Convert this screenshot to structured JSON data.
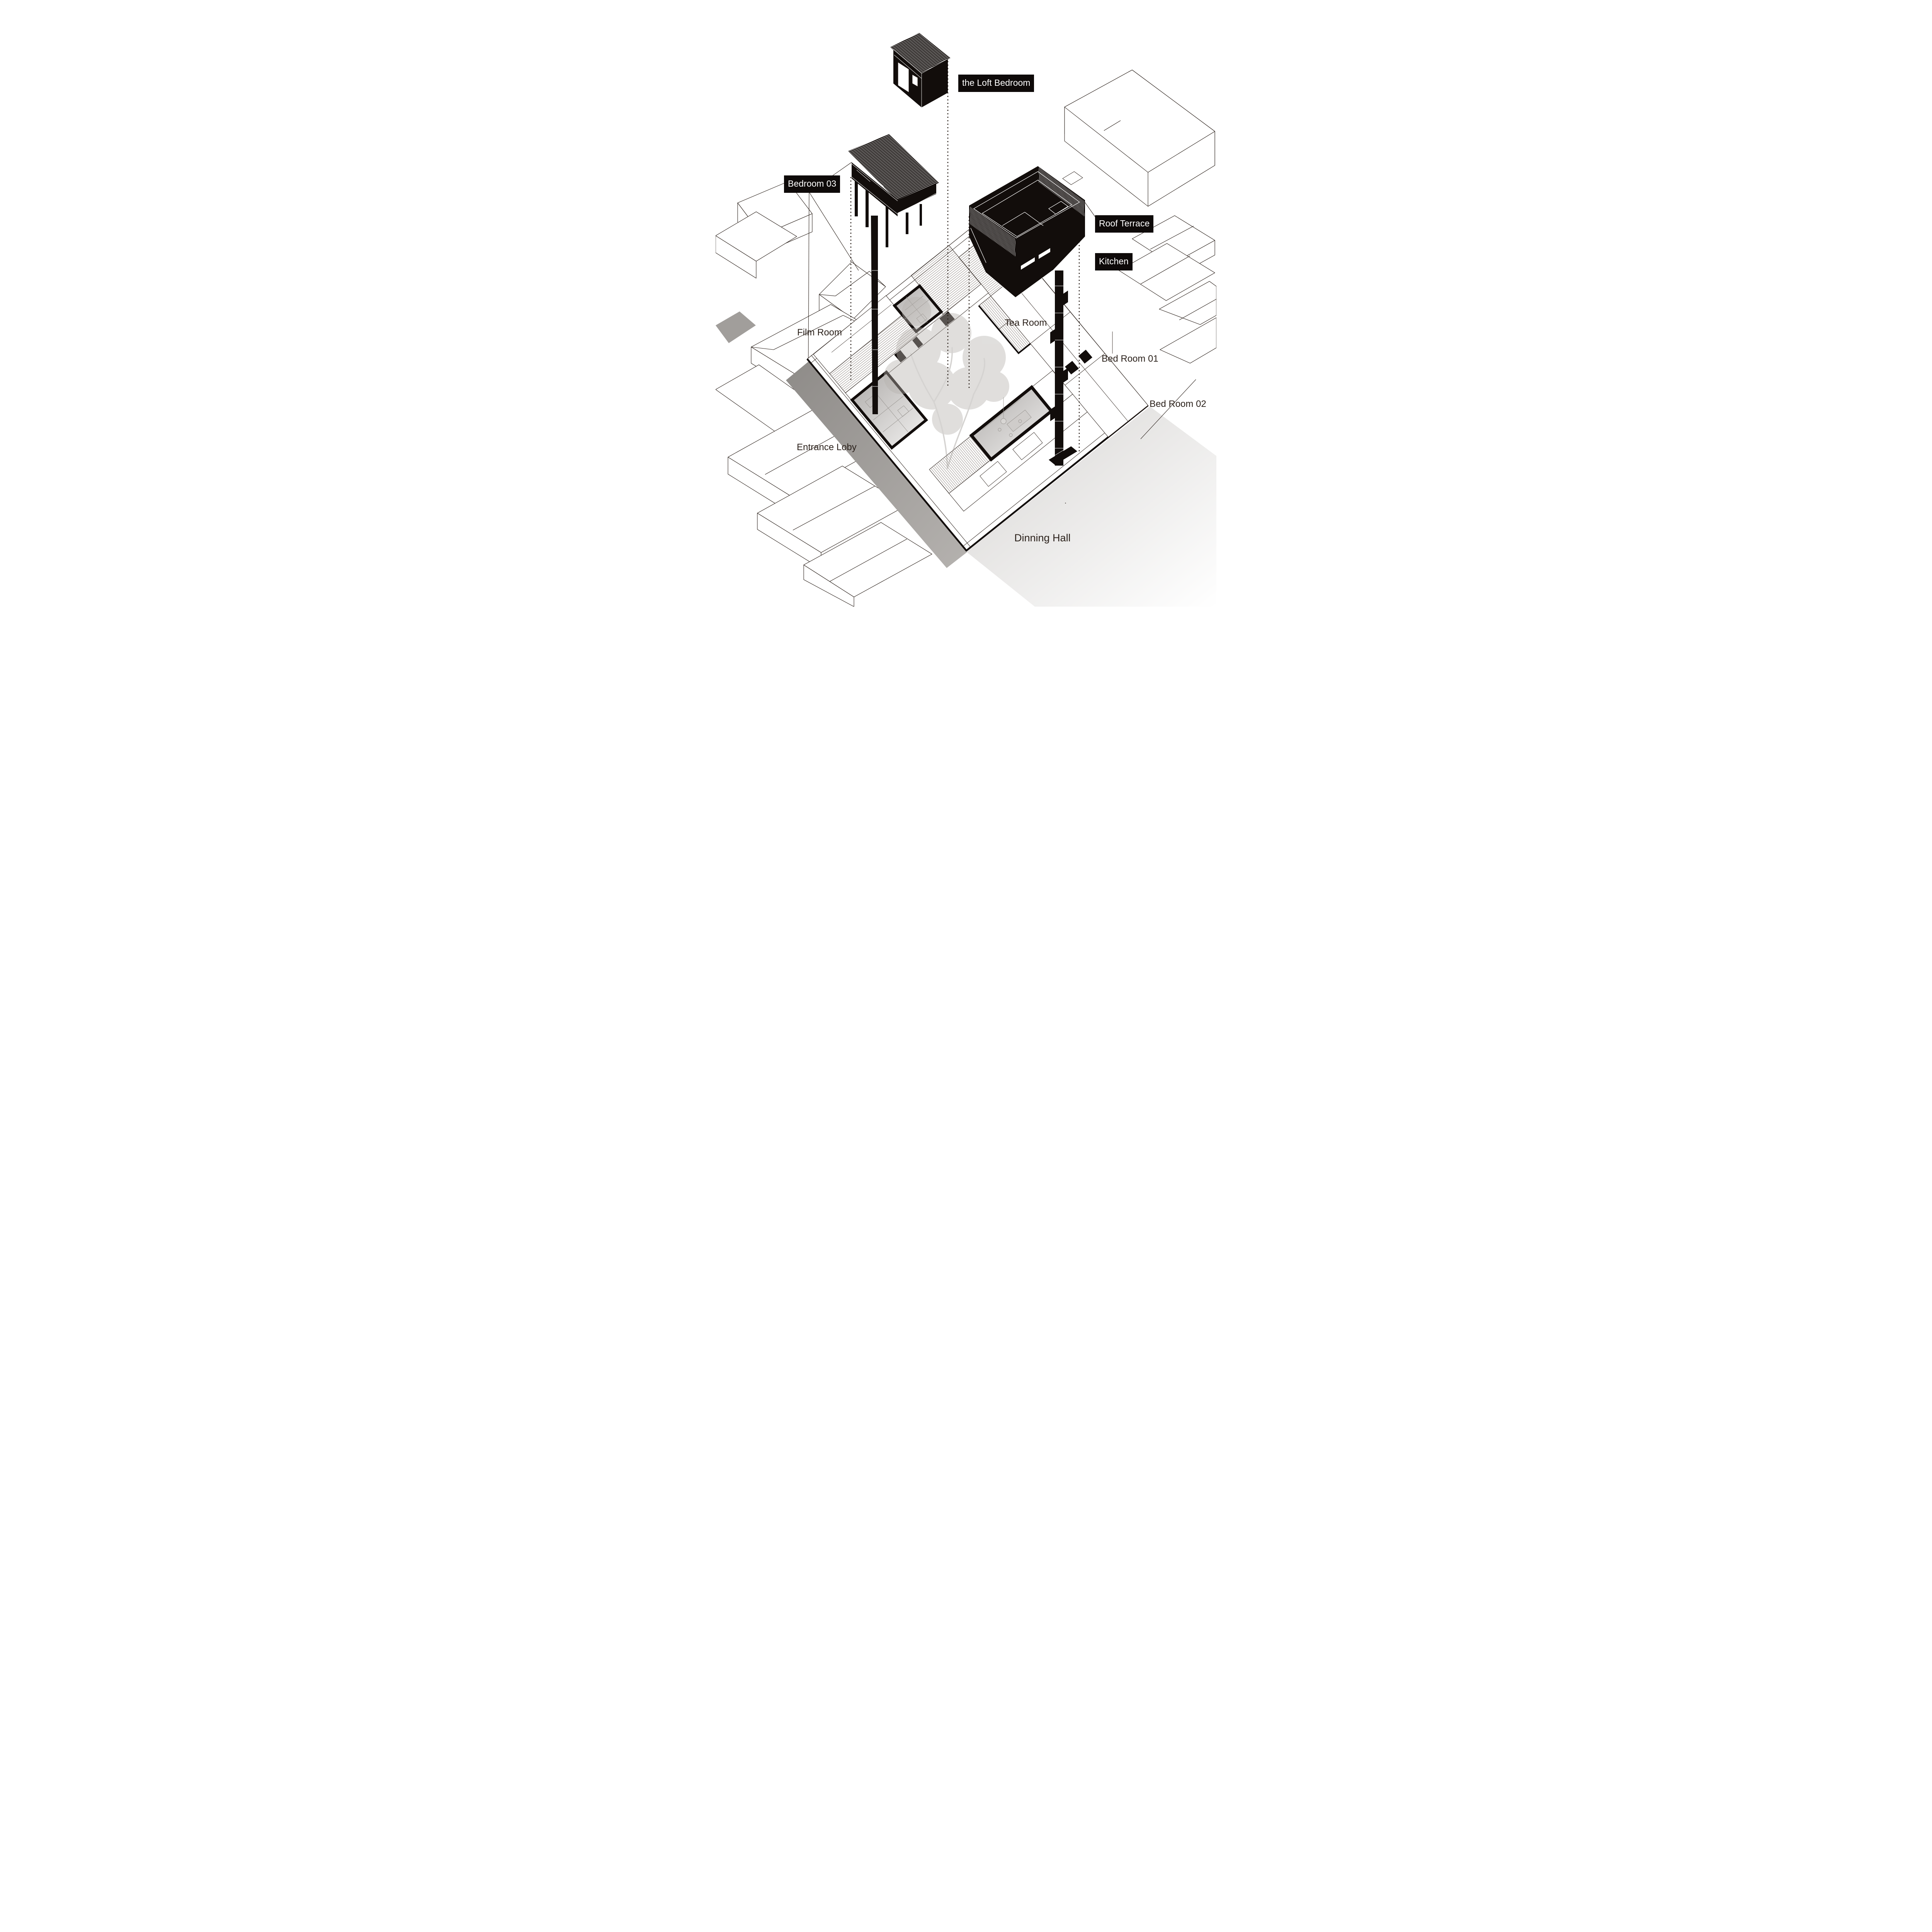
{
  "diagram": {
    "type": "exploded-axonometric-architecture-diagram",
    "subject": "courtyard house renovation with three lifted black volumes over a traditional courtyard plan",
    "style": "black ink line drawing, white context massing, gray shadows, faded courtyard tree"
  },
  "labels": {
    "loft_bedroom": {
      "text": "the Loft Bedroom",
      "style": "black-box"
    },
    "bedroom_03": {
      "text": "Bedroom 03",
      "style": "black-box"
    },
    "roof_terrace": {
      "text": "Roof Terrace",
      "style": "black-box"
    },
    "kitchen": {
      "text": "Kitchen",
      "style": "black-box"
    },
    "tea_room": {
      "text": "Tea Room",
      "style": "plain"
    },
    "film_room": {
      "text": "Film Room",
      "style": "plain"
    },
    "bed_room_01": {
      "text": "Bed Room 01",
      "style": "plain"
    },
    "bed_room_02": {
      "text": "Bed Room 02",
      "style": "plain"
    },
    "entrance_loby": {
      "text": "Entrance Loby",
      "style": "plain"
    },
    "dinning_hall": {
      "text": "Dinning Hall",
      "style": "plain"
    },
    "stray_dot": {
      "text": ".",
      "style": "plain"
    }
  },
  "colors": {
    "ink": "#2b211b",
    "volume_black": "#120d0b",
    "label_bg": "#0e0a09",
    "label_fg": "#ffffff",
    "street_shadow_dark": "#8e8b88",
    "street_shadow_light": "#d7d5d3",
    "room_interior_dark": "#b9b6b4",
    "room_interior_light": "#f3f2f1",
    "tree_gray": "#b6b2ae"
  }
}
